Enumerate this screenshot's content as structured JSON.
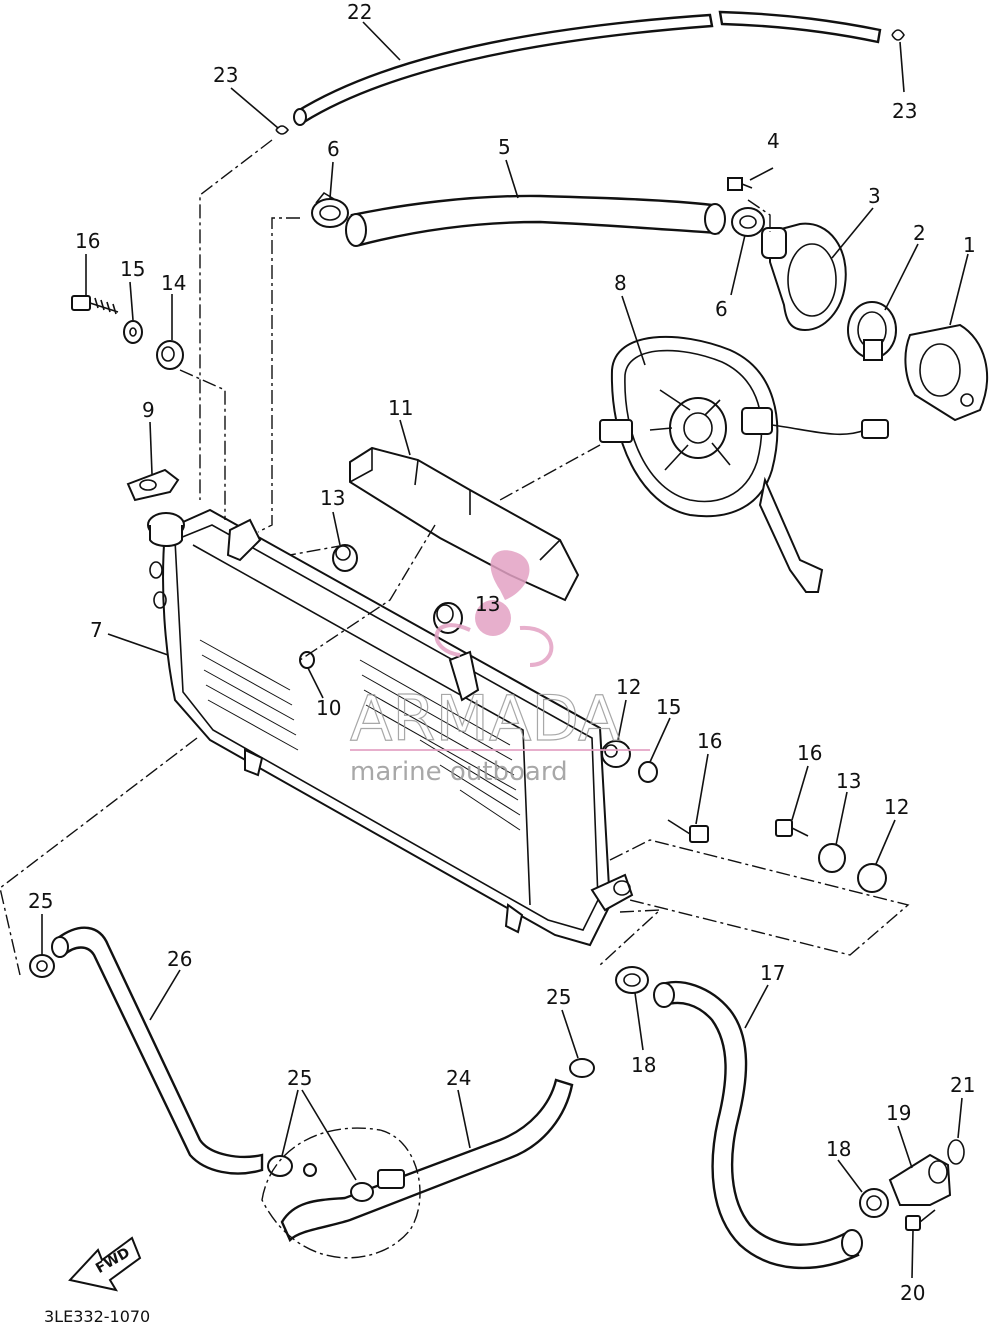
{
  "diagram": {
    "callouts": [
      {
        "id": "c22",
        "text": "22"
      },
      {
        "id": "c23a",
        "text": "23"
      },
      {
        "id": "c23b",
        "text": "23"
      },
      {
        "id": "c6a",
        "text": "6"
      },
      {
        "id": "c5",
        "text": "5"
      },
      {
        "id": "c4",
        "text": "4"
      },
      {
        "id": "c3",
        "text": "3"
      },
      {
        "id": "c2",
        "text": "2"
      },
      {
        "id": "c1",
        "text": "1"
      },
      {
        "id": "c6b",
        "text": "6"
      },
      {
        "id": "c16a",
        "text": "16"
      },
      {
        "id": "c15a",
        "text": "15"
      },
      {
        "id": "c14",
        "text": "14"
      },
      {
        "id": "c8",
        "text": "8"
      },
      {
        "id": "c9",
        "text": "9"
      },
      {
        "id": "c11",
        "text": "11"
      },
      {
        "id": "c13a",
        "text": "13"
      },
      {
        "id": "c13b",
        "text": "13"
      },
      {
        "id": "c7",
        "text": "7"
      },
      {
        "id": "c10",
        "text": "10"
      },
      {
        "id": "c12a",
        "text": "12"
      },
      {
        "id": "c15b",
        "text": "15"
      },
      {
        "id": "c16b",
        "text": "16"
      },
      {
        "id": "c16c",
        "text": "16"
      },
      {
        "id": "c13c",
        "text": "13"
      },
      {
        "id": "c12b",
        "text": "12"
      },
      {
        "id": "c25a",
        "text": "25"
      },
      {
        "id": "c26",
        "text": "26"
      },
      {
        "id": "c25b",
        "text": "25"
      },
      {
        "id": "c17",
        "text": "17"
      },
      {
        "id": "c18a",
        "text": "18"
      },
      {
        "id": "c25c",
        "text": "25"
      },
      {
        "id": "c24",
        "text": "24"
      },
      {
        "id": "c19",
        "text": "19"
      },
      {
        "id": "c21",
        "text": "21"
      },
      {
        "id": "c18b",
        "text": "18"
      },
      {
        "id": "c20",
        "text": "20"
      }
    ],
    "fwd_label": "FWD",
    "diagram_code": "3LE332-1070",
    "watermark": {
      "brand": "ARMADA",
      "tagline": "marine outboard",
      "color": "#e3a2c4"
    }
  }
}
